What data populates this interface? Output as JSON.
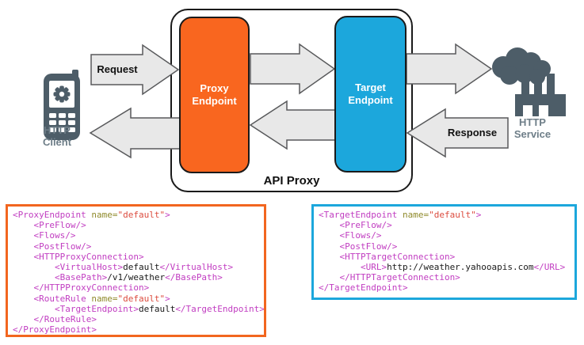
{
  "diagram": {
    "api_proxy_label": "API Proxy",
    "request_label": "Request",
    "response_label": "Response",
    "proxy_endpoint": {
      "line1": "Proxy",
      "line2": "Endpoint",
      "color": "#F9661F"
    },
    "target_endpoint": {
      "line1": "Target",
      "line2": "Endpoint",
      "color": "#1CA7DC"
    },
    "http_client": {
      "line1": "HTTP",
      "line2": "Client"
    },
    "http_service": {
      "line1": "HTTP",
      "line2": "Service"
    },
    "icon_color": "#4D5D68",
    "arrow_fill": "#E8E8E8",
    "arrow_stroke": "#58595B"
  },
  "syntax_colors": {
    "tag": "#C13DC1",
    "attr": "#8F8A2B",
    "val": "#DC4C3F",
    "txt": "#1A1A1A"
  },
  "code_blocks": {
    "proxy_endpoint": {
      "border_color": "#F2661F",
      "lines": [
        [
          {
            "c": "tag",
            "t": "<ProxyEndpoint "
          },
          {
            "c": "attr",
            "t": "name="
          },
          {
            "c": "val",
            "t": "\"default\""
          },
          {
            "c": "tag",
            "t": ">"
          }
        ],
        [
          {
            "c": "tag",
            "t": "    <PreFlow/>"
          }
        ],
        [
          {
            "c": "tag",
            "t": "    <Flows/>"
          }
        ],
        [
          {
            "c": "tag",
            "t": "    <PostFlow/>"
          }
        ],
        [
          {
            "c": "tag",
            "t": "    <HTTPProxyConnection>"
          }
        ],
        [
          {
            "c": "tag",
            "t": "        <VirtualHost>"
          },
          {
            "c": "txt",
            "t": "default"
          },
          {
            "c": "tag",
            "t": "</VirtualHost>"
          }
        ],
        [
          {
            "c": "tag",
            "t": "        <BasePath>"
          },
          {
            "c": "txt",
            "t": "/v1/weather"
          },
          {
            "c": "tag",
            "t": "</BasePath>"
          }
        ],
        [
          {
            "c": "tag",
            "t": "    </HTTPProxyConnection>"
          }
        ],
        [
          {
            "c": "tag",
            "t": "    <RouteRule "
          },
          {
            "c": "attr",
            "t": "name="
          },
          {
            "c": "val",
            "t": "\"default\""
          },
          {
            "c": "tag",
            "t": ">"
          }
        ],
        [
          {
            "c": "tag",
            "t": "        <TargetEndpoint>"
          },
          {
            "c": "txt",
            "t": "default"
          },
          {
            "c": "tag",
            "t": "</TargetEndpoint>"
          }
        ],
        [
          {
            "c": "tag",
            "t": "    </RouteRule>"
          }
        ],
        [
          {
            "c": "tag",
            "t": "</ProxyEndpoint>"
          }
        ]
      ]
    },
    "target_endpoint": {
      "border_color": "#1CA7DC",
      "lines": [
        [
          {
            "c": "tag",
            "t": "<TargetEndpoint "
          },
          {
            "c": "attr",
            "t": "name="
          },
          {
            "c": "val",
            "t": "\"default\""
          },
          {
            "c": "tag",
            "t": ">"
          }
        ],
        [
          {
            "c": "tag",
            "t": "    <PreFlow/>"
          }
        ],
        [
          {
            "c": "tag",
            "t": "    <Flows/>"
          }
        ],
        [
          {
            "c": "tag",
            "t": "    <PostFlow/>"
          }
        ],
        [
          {
            "c": "tag",
            "t": "    <HTTPTargetConnection>"
          }
        ],
        [
          {
            "c": "tag",
            "t": "        <URL>"
          },
          {
            "c": "txt",
            "t": "http://weather.yahooapis.com"
          },
          {
            "c": "tag",
            "t": "</URL>"
          }
        ],
        [
          {
            "c": "tag",
            "t": "    </HTTPTargetConnection>"
          }
        ],
        [
          {
            "c": "tag",
            "t": "</TargetEndpoint>"
          }
        ]
      ]
    }
  }
}
